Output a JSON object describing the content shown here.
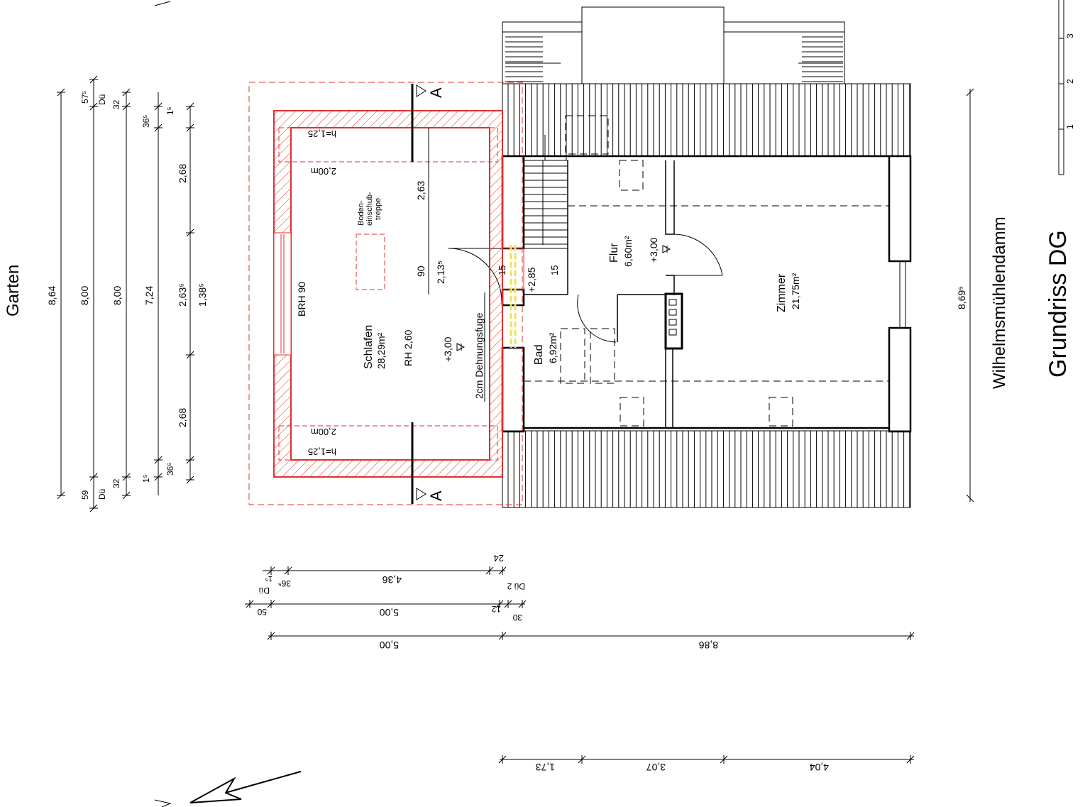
{
  "title": "Grundriss DG",
  "street": "Wilhelmsmühlendamm",
  "garden": "Garten",
  "rooms": {
    "schlafen": {
      "name": "Schlafen",
      "area": "28,29m²",
      "rh": "RH 2,60",
      "level": "+3,00"
    },
    "flur": {
      "name": "Flur",
      "area": "6,60m²",
      "level": "+3,00"
    },
    "bad": {
      "name": "Bad",
      "area": "6,92m²"
    },
    "zimmer": {
      "name": "Zimmer",
      "area": "21,75m²"
    }
  },
  "notes": {
    "brh": "BRH 90",
    "bodentreppe": [
      "Boden-",
      "einschub-",
      "treppe"
    ],
    "dehnungsfuge": "2cm Dehnungsfuge",
    "h125": "h=1,25",
    "h200": "2,00m",
    "level285": "+2,85",
    "section": "A"
  },
  "dims_left": {
    "d864": "8,64",
    "d800a": "8,00",
    "d800b": "8,00",
    "d724": "7,24",
    "d268": "2,68",
    "d2635": "2,63⁵",
    "d1385": "1,38⁵",
    "d575": "57⁵",
    "du": "Dü",
    "d32": "32",
    "d59": "59",
    "d365": "36⁵",
    "d15": "1⁵"
  },
  "dims_inner": {
    "d263": "2,63",
    "d90": "90",
    "d2135": "2,13⁵",
    "d15": "15"
  },
  "dims_right": {
    "d8695": "8,69⁵"
  },
  "dims_bottom": {
    "d436": "4,36",
    "d24": "24",
    "d365": "36⁵",
    "d15": "1⁵",
    "du": "Dü",
    "du2": "Dü 2",
    "d500a": "5,00",
    "d50": "50",
    "d12": "12",
    "d30": "30",
    "d500b": "5,00",
    "d886": "8,86",
    "d173": "1,73",
    "d307": "3,07",
    "d404": "4,04"
  },
  "scale": [
    "1",
    "2",
    "3"
  ]
}
